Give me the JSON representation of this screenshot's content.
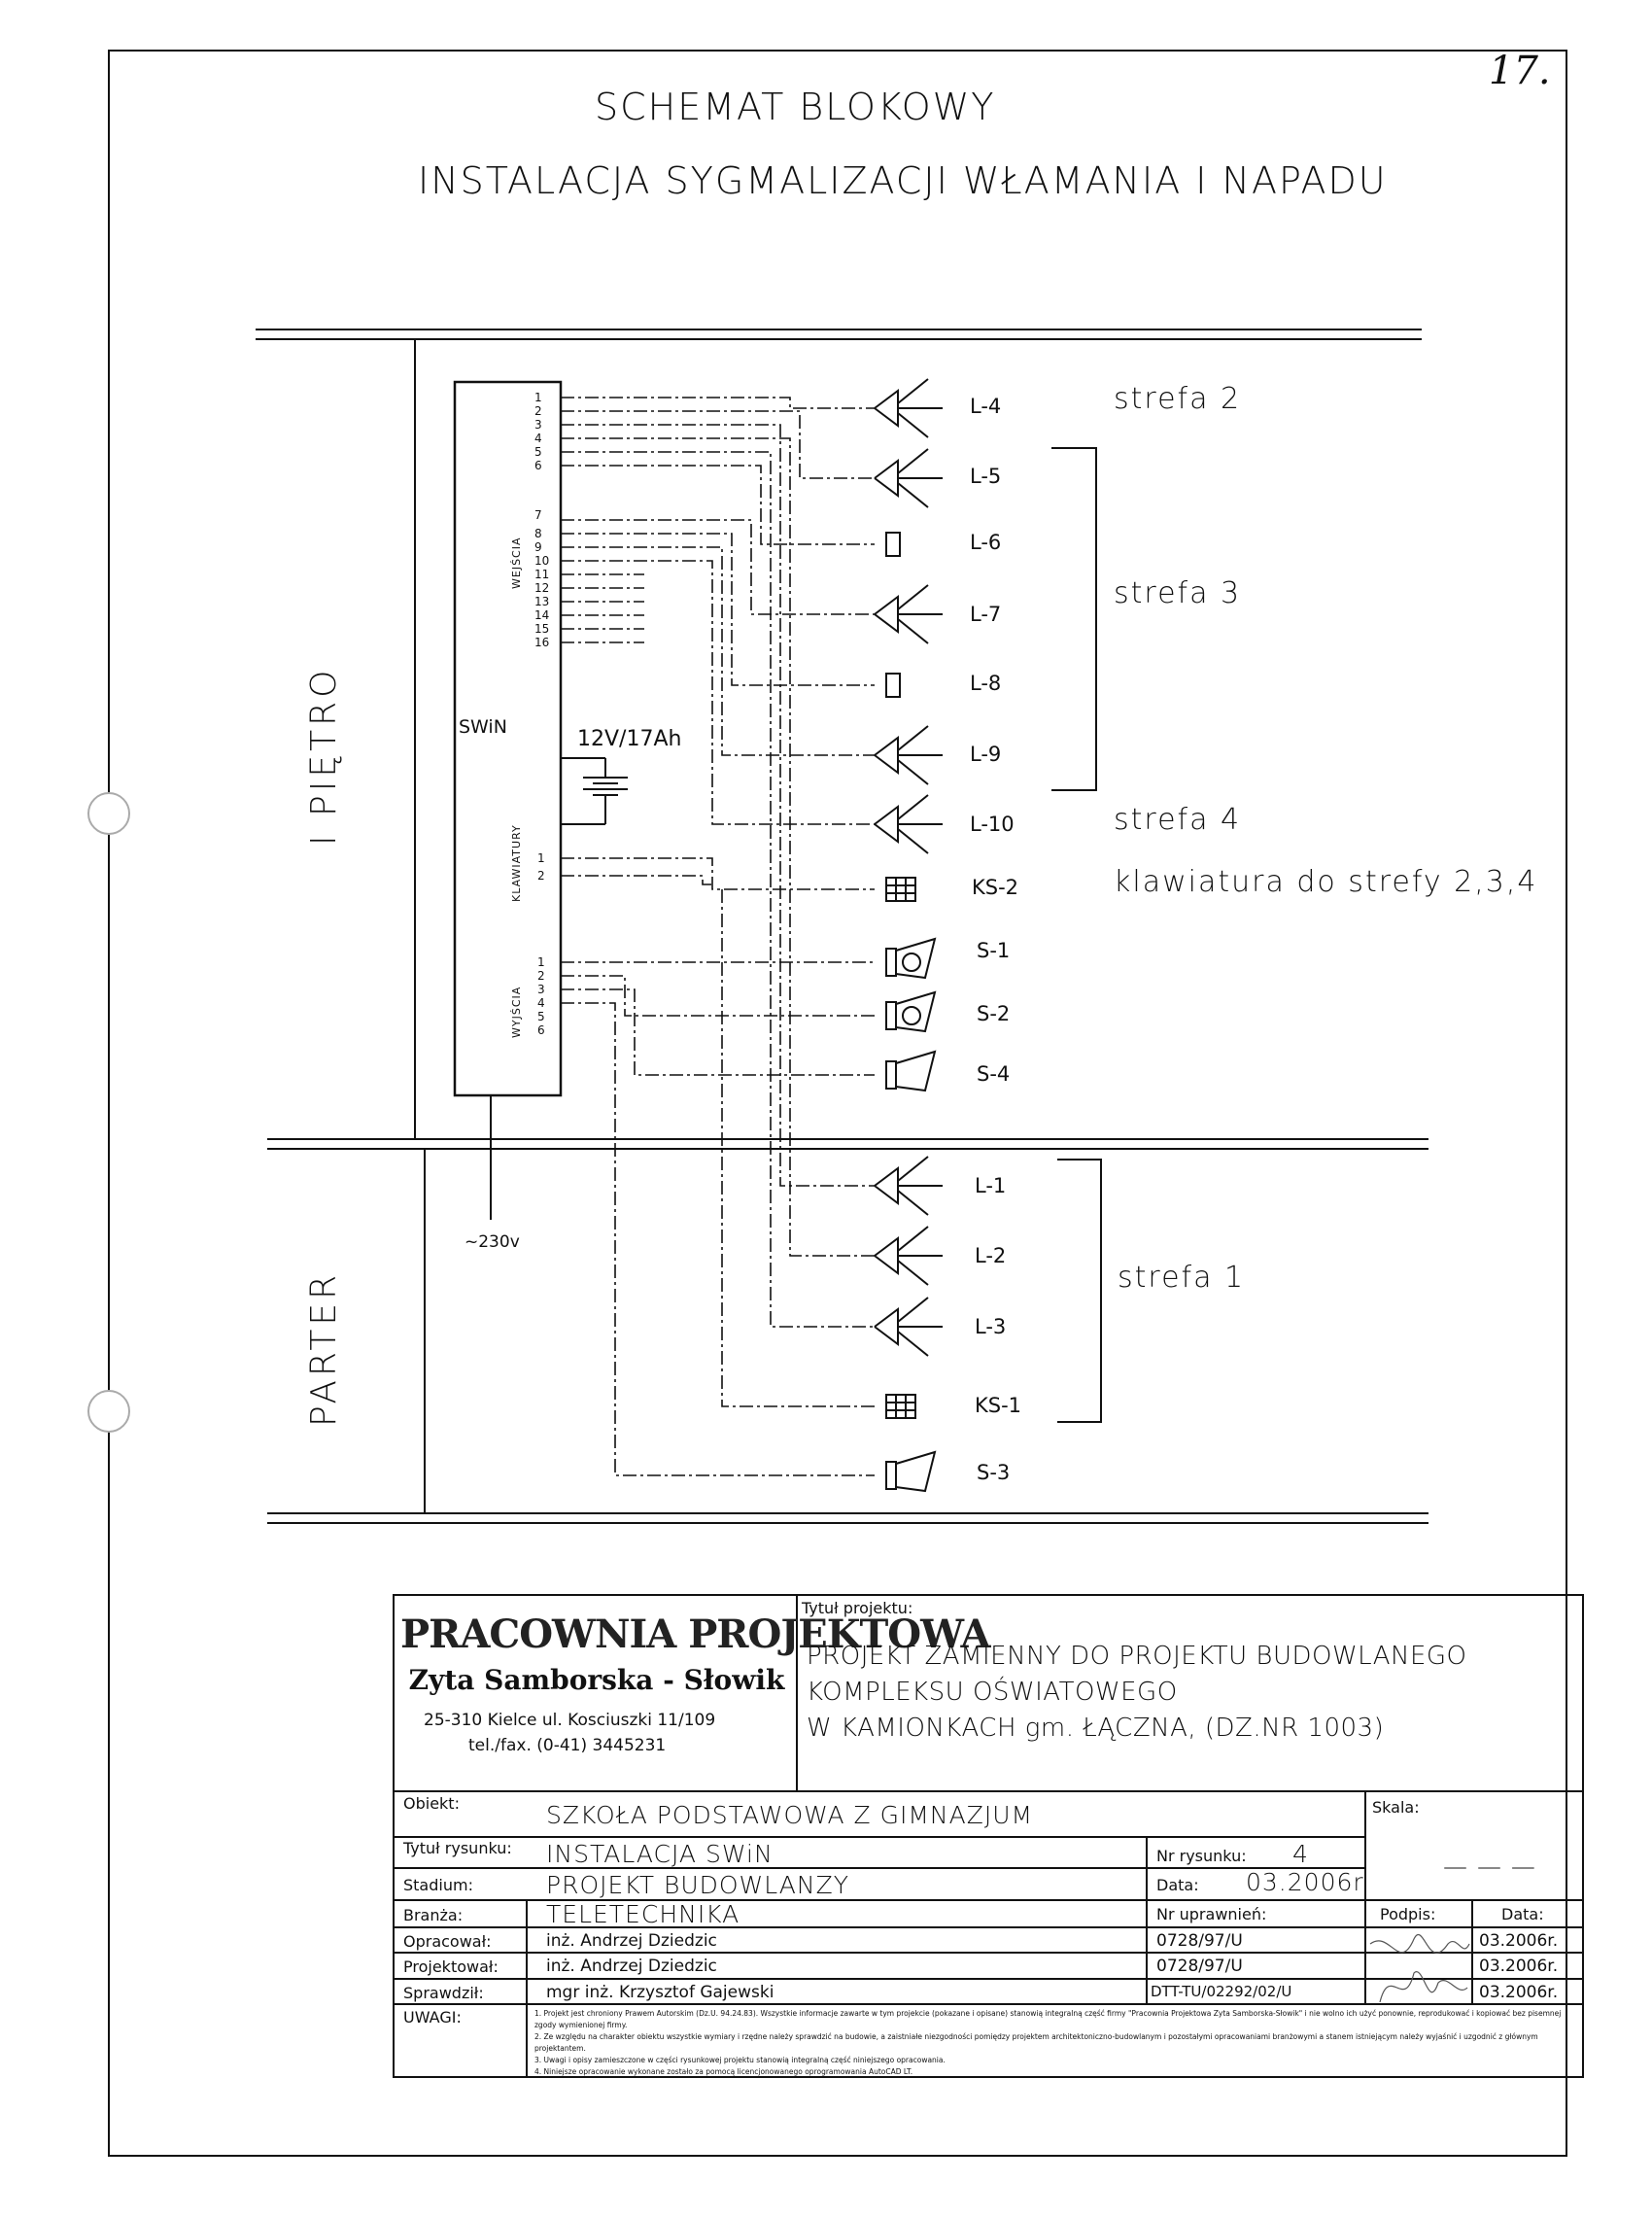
{
  "page_number": "17.",
  "title": {
    "line1": "SCHEMAT BLOKOWY",
    "line2": "INSTALACJA SYGMALIZACJI WŁAMANIA I NAPADU"
  },
  "floors": {
    "upper": "I PIĘTRO",
    "ground": "PARTER"
  },
  "panel": {
    "name": "SWiN",
    "battery": "12V/17Ah",
    "mains": "~230v",
    "groups": {
      "inputs": "WEJŚCIA",
      "keypads": "KLAWIATURY",
      "outputs": "WYJŚCIA"
    },
    "input_pins": [
      "1",
      "2",
      "3",
      "4",
      "5",
      "6",
      "7",
      "8",
      "9",
      "10",
      "11",
      "12",
      "13",
      "14",
      "15",
      "16"
    ],
    "keypad_pins": [
      "1",
      "2"
    ],
    "output_pins": [
      "1",
      "2",
      "3",
      "4",
      "5",
      "6"
    ]
  },
  "devices_upper": [
    "L-4",
    "L-5",
    "L-6",
    "L-7",
    "L-8",
    "L-9",
    "L-10",
    "KS-2",
    "S-1",
    "S-2",
    "S-4"
  ],
  "devices_ground": [
    "L-1",
    "L-2",
    "L-3",
    "KS-1",
    "S-3"
  ],
  "zones": {
    "z2": "strefa 2",
    "z3": "strefa 3",
    "z4": "strefa 4",
    "keypad": "klawiatura do strefy 2,3,4",
    "z1": "strefa 1"
  },
  "title_block": {
    "logo_line1": "PRACOWNIA PROJEKTOWA",
    "logo_line2": "Zyta Samborska - Słowik",
    "address": "25-310 Kielce ul. Kosciuszki 11/109",
    "phone": "tel./fax. (0-41) 3445231",
    "project_label": "Tytuł projektu:",
    "project_lines": [
      "PROJEKT ZAMIENNY DO PROJEKTU BUDOWLANEGO",
      "KOMPLEKSU OŚWIATOWEGO",
      "W KAMIONKACH gm. ŁĄCZNA, (DZ.NR 1003)"
    ],
    "object_label": "Obiekt:",
    "object_value": "SZKOŁA PODSTAWOWA Z GIMNAZJUM",
    "scale_label": "Skala:",
    "scale_value": "— — —",
    "drawing_label": "Tytuł rysunku:",
    "drawing_value": "INSTALACJA SWiN",
    "drawing_no_label": "Nr rysunku:",
    "drawing_no": "4",
    "stage_label": "Stadium:",
    "stage_value": "PROJEKT BUDOWLANZY",
    "date_label": "Data:",
    "date_value": "03.2006r.",
    "branch_label": "Branża:",
    "branch_value": "TELETECHNIKA",
    "license_label": "Nr uprawnień:",
    "sign_label": "Podpis:",
    "date_col_label": "Data:",
    "people": [
      {
        "role": "Opracował:",
        "name": "inż. Andrzej Dziedzic",
        "license": "0728/97/U",
        "date": "03.2006r."
      },
      {
        "role": "Projektował:",
        "name": "inż. Andrzej Dziedzic",
        "license": "0728/97/U",
        "date": "03.2006r."
      },
      {
        "role": "Sprawdził:",
        "name": "mgr inż. Krzysztof Gajewski",
        "license": "DTT-TU/02292/02/U",
        "date": "03.2006r."
      }
    ],
    "notes_label": "UWAGI:",
    "notes": [
      "1. Projekt jest chroniony Prawem Autorskim (Dz.U. 94.24.83). Wszystkie informacje zawarte w tym projekcie (pokazane i opisane) stanowią integralną część firmy \"Pracownia Projektowa Zyta Samborska-Słowik\" i nie wolno ich użyć ponownie, reprodukować i kopiować bez pisemnej zgody wymienionej firmy.",
      "2. Ze względu na charakter obiektu wszystkie wymiary i rzędne należy sprawdzić na budowie, a zaistniałe niezgodności pomiędzy projektem architektoniczno-budowlanym i pozostałymi opracowaniami branżowymi a stanem istniejącym należy wyjaśnić i uzgodnić z głównym projektantem.",
      "3. Uwagi i opisy zamieszczone w części rysunkowej projektu stanowią integralną część niniejszego opracowania.",
      "4. Niniejsze opracowanie wykonane zostało za pomocą licencjonowanego oprogramowania AutoCAD LT."
    ]
  }
}
